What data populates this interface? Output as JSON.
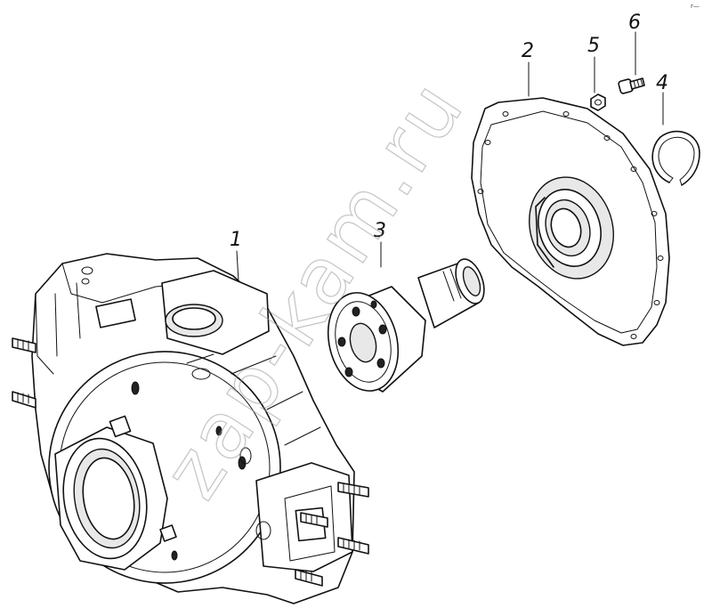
{
  "diagram": {
    "callouts": [
      {
        "id": "1",
        "label": "1"
      },
      {
        "id": "2",
        "label": "2"
      },
      {
        "id": "3",
        "label": "3"
      },
      {
        "id": "4",
        "label": "4"
      },
      {
        "id": "5",
        "label": "5"
      },
      {
        "id": "6",
        "label": "6"
      }
    ],
    "watermark": "zap-kam.ru",
    "corner_mark": "r—"
  }
}
